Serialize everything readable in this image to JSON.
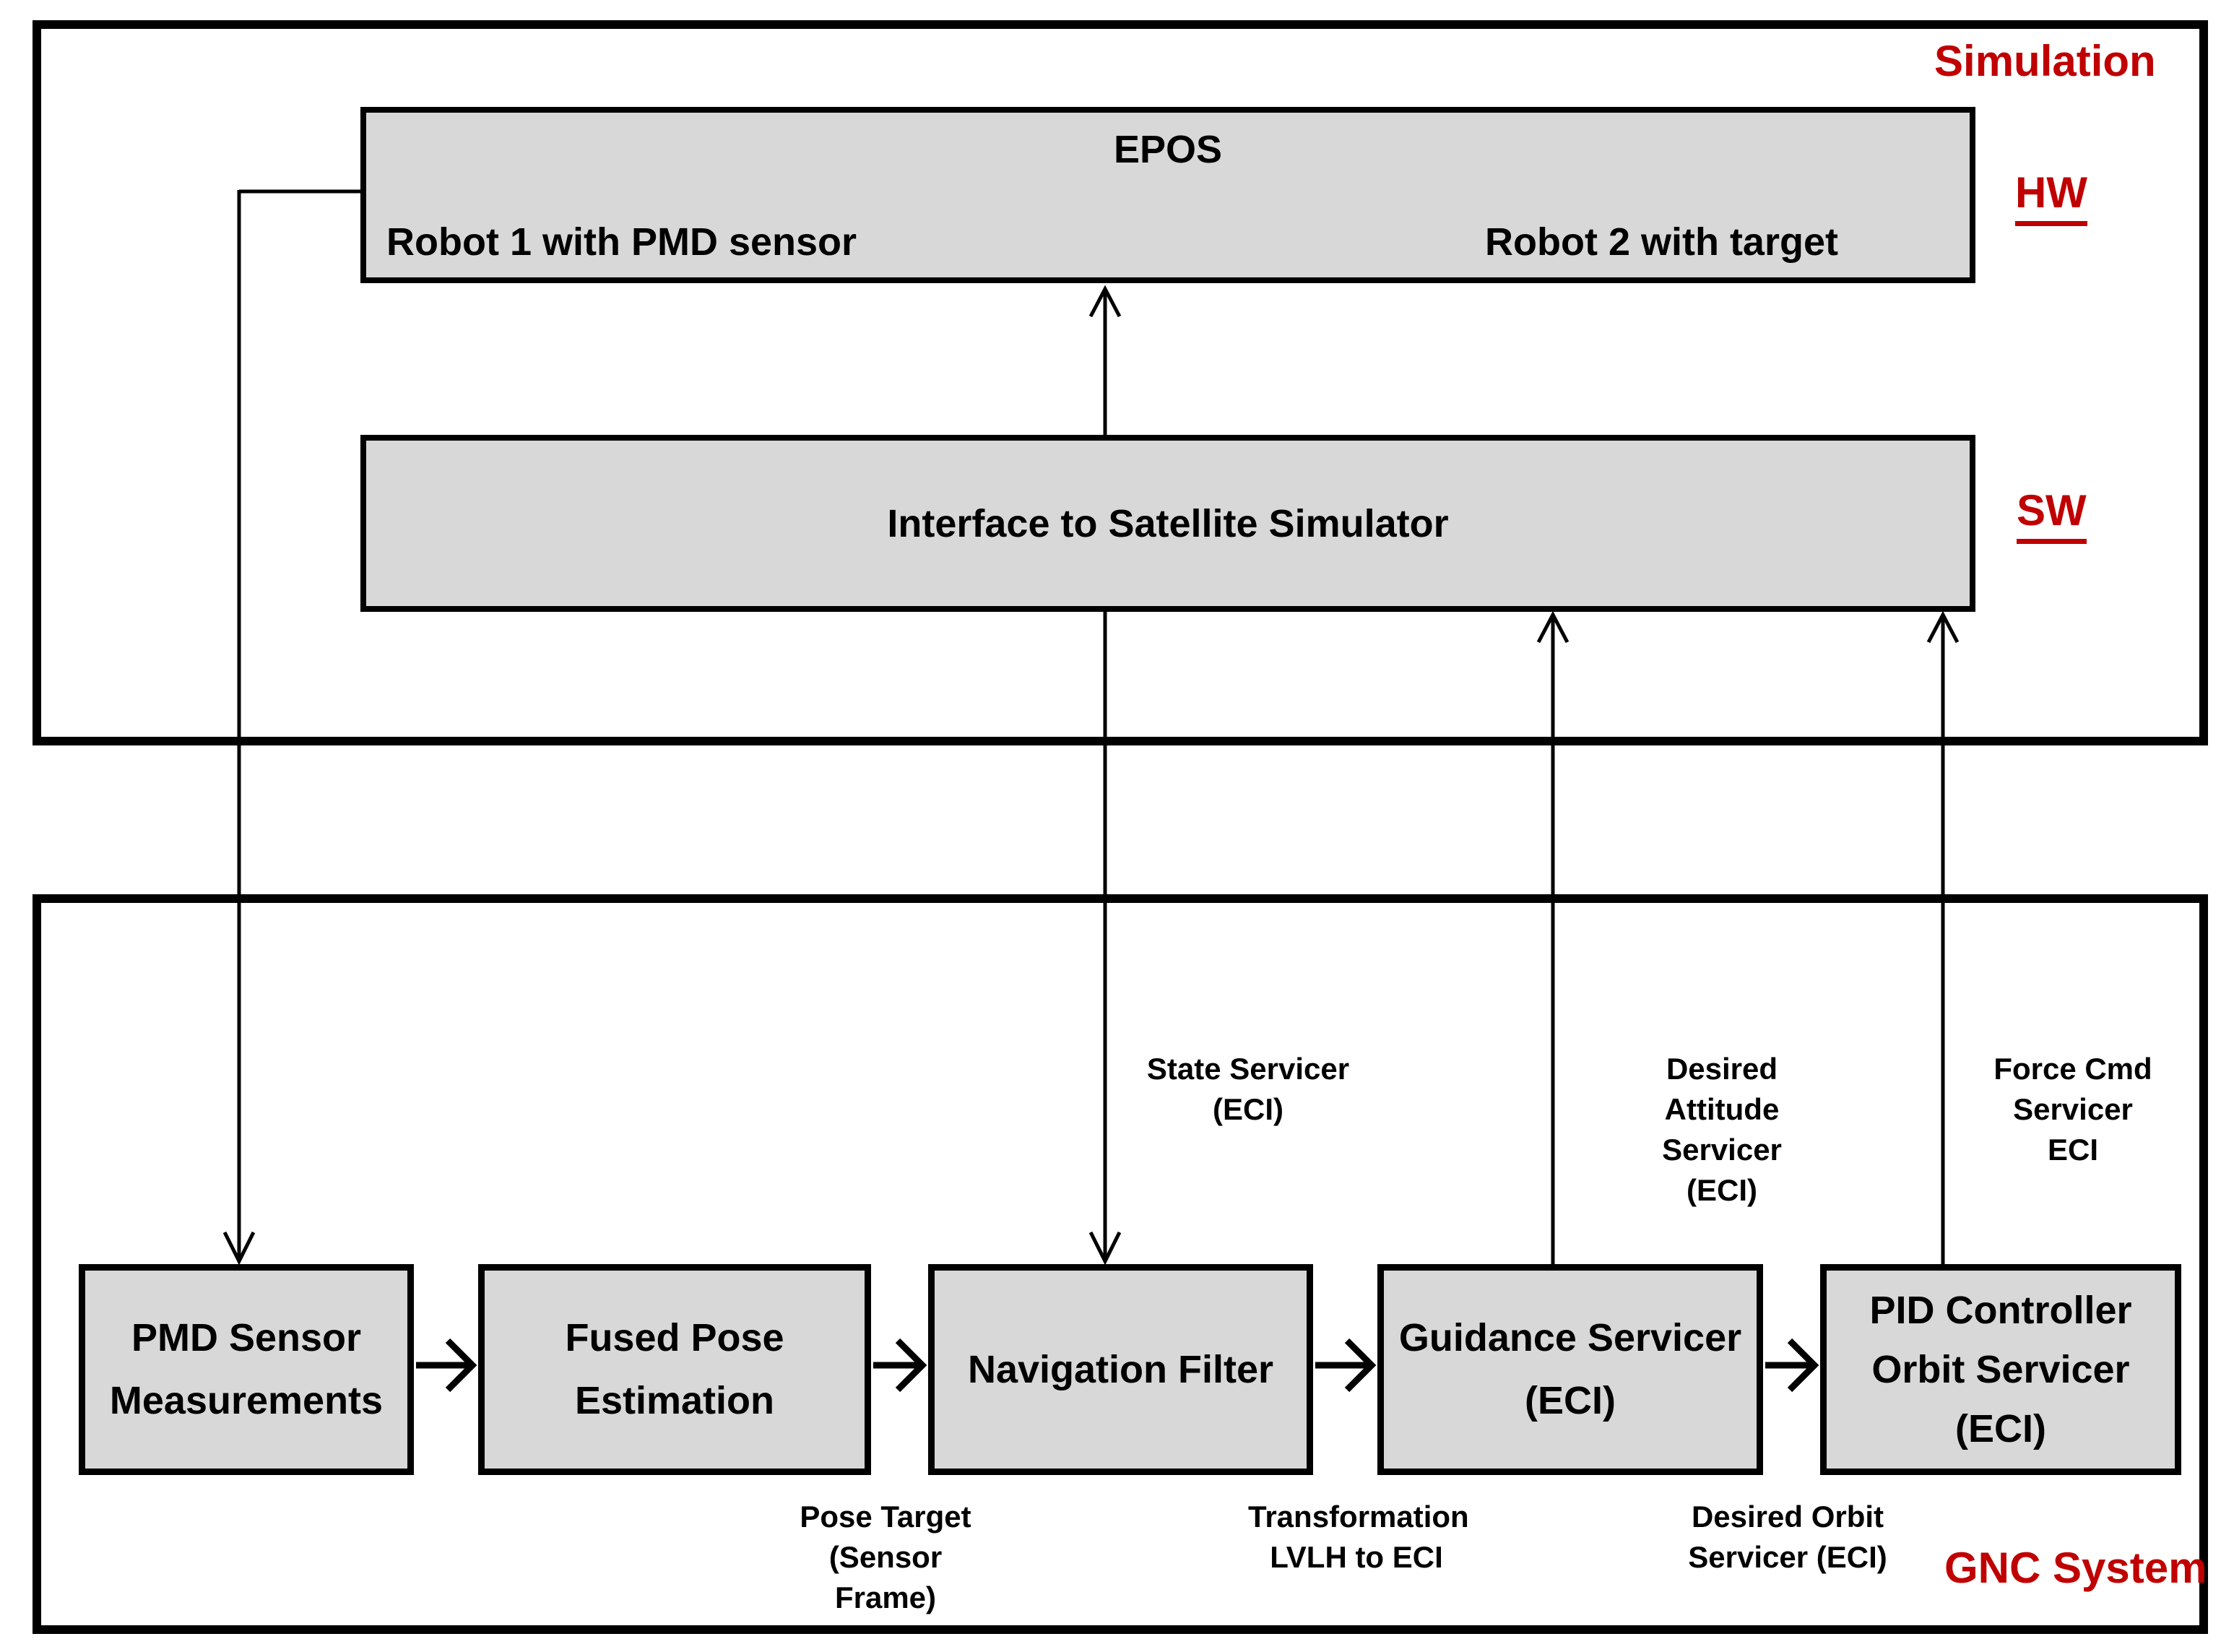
{
  "colors": {
    "accent_red": "#c00000",
    "box_fill": "#d8d8d8",
    "line_black": "#000000"
  },
  "simulation": {
    "region_label": "Simulation",
    "hw_label": "HW",
    "sw_label": "SW",
    "epos": {
      "title": "EPOS",
      "robot1_label": "Robot 1 with PMD sensor",
      "robot2_label": "Robot 2 with target"
    },
    "interface": {
      "title": "Interface to Satellite Simulator"
    }
  },
  "gnc": {
    "region_label": "GNC System",
    "boxes": [
      {
        "lines": [
          "PMD Sensor",
          "Measurements"
        ]
      },
      {
        "lines": [
          "Fused Pose",
          "Estimation"
        ]
      },
      {
        "lines": [
          "Navigation Filter"
        ]
      },
      {
        "lines": [
          "Guidance Servicer",
          "(ECI)"
        ]
      },
      {
        "lines": [
          "PID Controller",
          "Orbit Servicer",
          "(ECI)"
        ]
      }
    ],
    "signal_labels": [
      {
        "lines": [
          "State Servicer",
          "(ECI)"
        ]
      },
      {
        "lines": [
          "Desired Attitude",
          "Servicer",
          "(ECI)"
        ]
      },
      {
        "lines": [
          "Force Cmd",
          "Servicer",
          "ECI"
        ]
      },
      {
        "lines": [
          "Pose Target",
          "(Sensor Frame)"
        ]
      },
      {
        "lines": [
          "Transformation",
          "LVLH to ECI"
        ]
      },
      {
        "lines": [
          "Desired Orbit",
          "Servicer (ECI)"
        ]
      }
    ]
  }
}
